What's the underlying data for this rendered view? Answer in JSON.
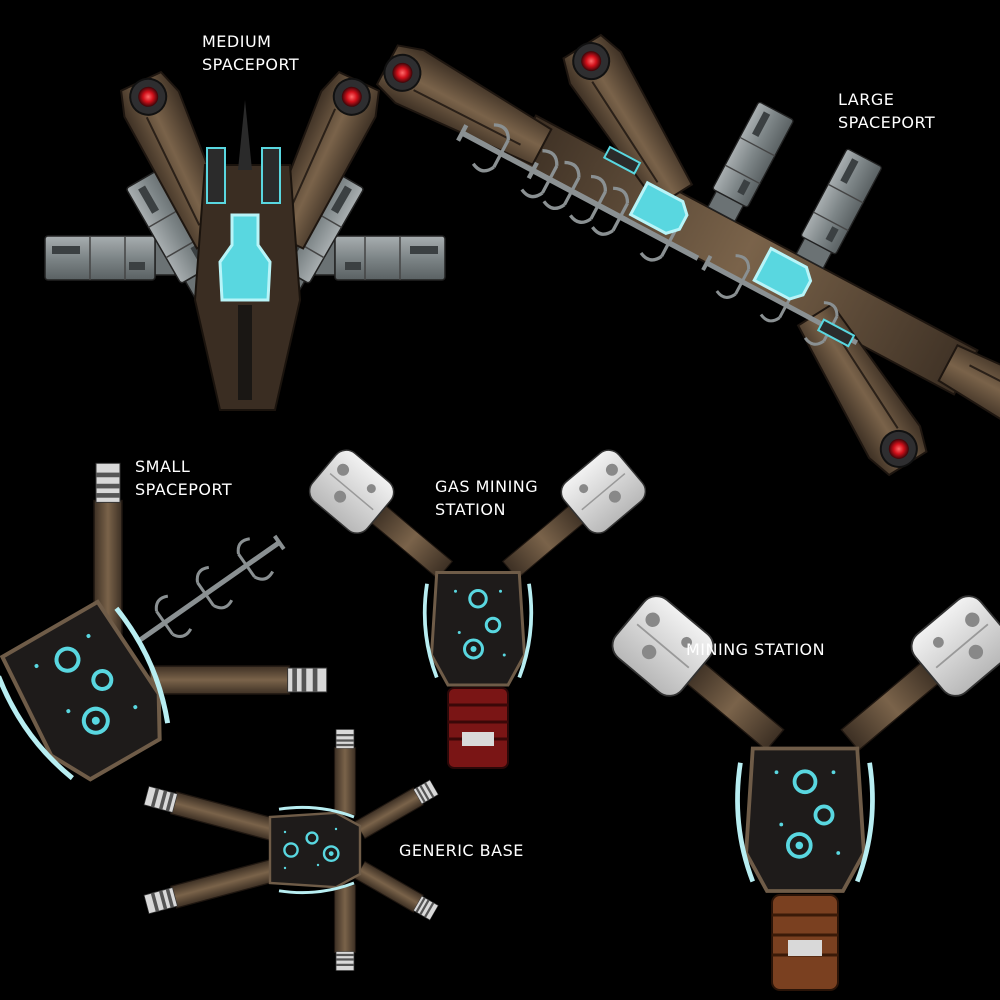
{
  "stations": [
    {
      "id": "medium_spaceport",
      "label_lines": [
        "MEDIUM",
        "SPACEPORT"
      ]
    },
    {
      "id": "large_spaceport",
      "label_lines": [
        "LARGE",
        "SPACEPORT"
      ]
    },
    {
      "id": "small_spaceport",
      "label_lines": [
        "SMALL",
        "SPACEPORT"
      ]
    },
    {
      "id": "gas_mining_station",
      "label_lines": [
        "GAS MINING",
        "STATION"
      ]
    },
    {
      "id": "mining_station",
      "label_lines": [
        "MINING STATION"
      ]
    },
    {
      "id": "generic_base",
      "label_lines": [
        "GENERIC BASE"
      ]
    }
  ],
  "colors": {
    "background": "#000000",
    "hull_brown": "#5e4a36",
    "hull_dark": "#2a2018",
    "module_gray": "#8c9496",
    "module_white": "#e4e4e4",
    "glow_cyan": "#59d7e0",
    "light_red": "#d0101a",
    "pod_red": "#8a1a1a",
    "pod_orange": "#8a4a24",
    "label": "#ffffff"
  }
}
